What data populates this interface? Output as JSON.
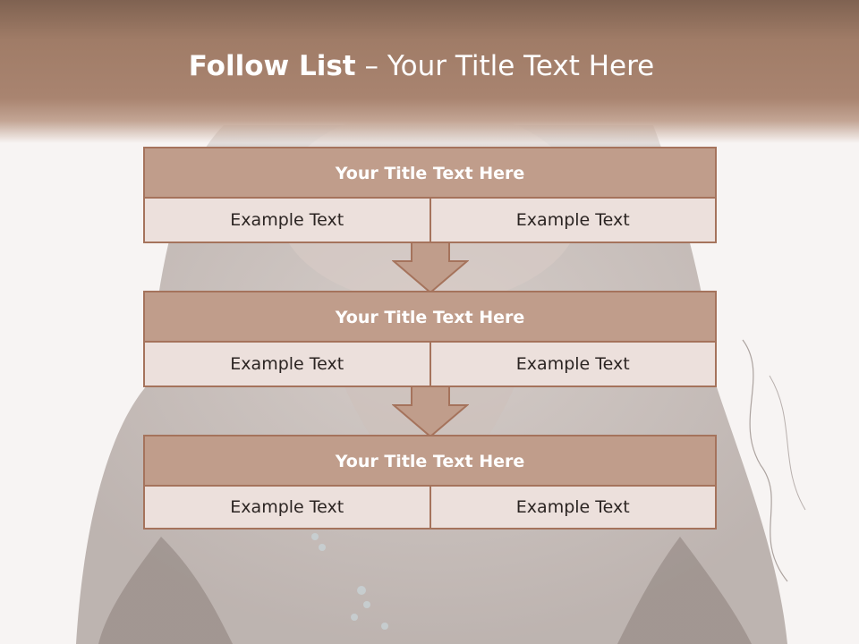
{
  "slide": {
    "title_bold": "Follow List",
    "title_rest": "– Your Title Text Here"
  },
  "blocks": [
    {
      "title": "Your Title Text Here",
      "cells": [
        "Example Text",
        "Example Text"
      ]
    },
    {
      "title": "Your Title Text Here",
      "cells": [
        "Example Text",
        "Example Text"
      ]
    },
    {
      "title": "Your Title Text Here",
      "cells": [
        "Example Text",
        "Example Text"
      ]
    }
  ],
  "colors": {
    "header": "#a98470",
    "block_title_fill": "#c09d8b",
    "block_border": "#a5735c",
    "cell_fill": "#e8d9d5",
    "arrow_fill": "#c09d8b"
  }
}
